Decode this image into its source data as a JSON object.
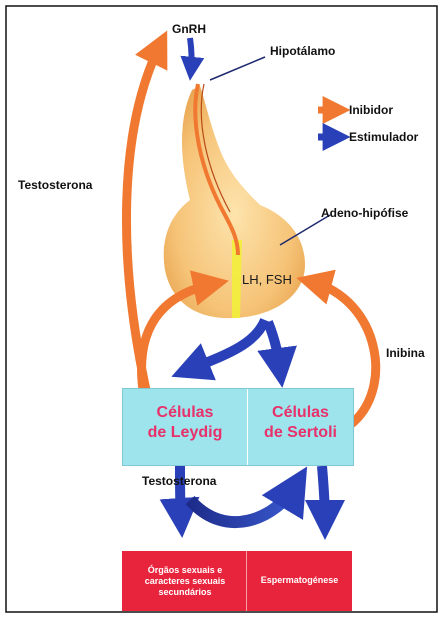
{
  "labels": {
    "gnrh": "GnRH",
    "hipotalamo": "Hipotálamo",
    "adeno_hipofise": "Adeno-hipófise",
    "lh_fsh": "LH, FSH",
    "testosterona_left": "Testosterona",
    "testosterona_bottom": "Testosterona",
    "inibina": "Inibina"
  },
  "legend": {
    "inhibitor": {
      "label": "Inibidor",
      "color": "#f07830"
    },
    "stimulator": {
      "label": "Estimulador",
      "color": "#2a40b8"
    }
  },
  "cells": {
    "leydig": "Células\nde Leydig",
    "sertoli": "Células\nde Sertoli"
  },
  "targets": {
    "orgaos": "Órgãos sexuais e caracteres sexuais secundários",
    "espermatogenese": "Espermatogénese"
  },
  "colors": {
    "cell_box": "#9ee4ec",
    "target_box": "#e8243c",
    "cell_text": "#e8306a",
    "gland": "#f7c47a"
  }
}
